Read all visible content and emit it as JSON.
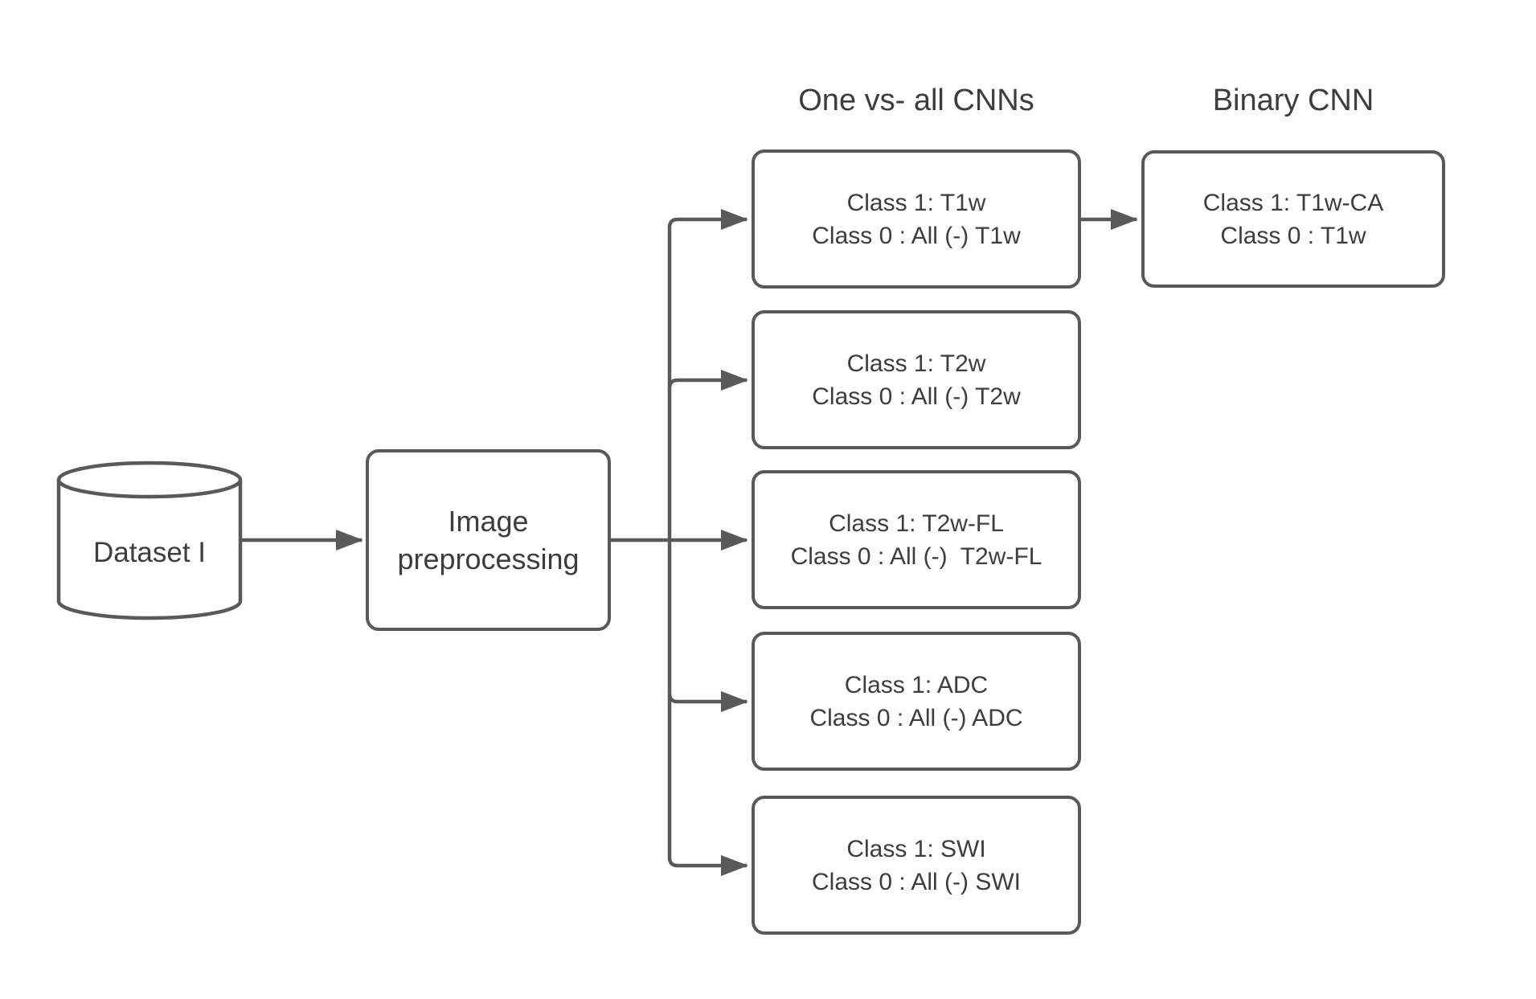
{
  "diagram": {
    "headings": {
      "one_vs_all": "One vs- all CNNs",
      "binary": "Binary CNN"
    },
    "dataset": {
      "label": "Dataset I"
    },
    "preprocessing": {
      "line1": "Image",
      "line2": "preprocessing"
    },
    "ova_boxes": [
      {
        "line1": "Class 1: T1w",
        "line2": "Class 0 : All (-) T1w"
      },
      {
        "line1": "Class 1: T2w",
        "line2": "Class 0 : All (-) T2w"
      },
      {
        "line1": "Class 1: T2w-FL",
        "line2": "Class 0 : All (-)  T2w-FL"
      },
      {
        "line1": "Class 1: ADC",
        "line2": "Class 0 : All (-) ADC"
      },
      {
        "line1": "Class 1: SWI",
        "line2": "Class 0 : All (-) SWI"
      }
    ],
    "binary_box": {
      "line1": "Class 1: T1w-CA",
      "line2": "Class 0 : T1w"
    },
    "colors": {
      "stroke": "#595959",
      "text": "#3d3d3d",
      "background": "#ffffff"
    }
  }
}
